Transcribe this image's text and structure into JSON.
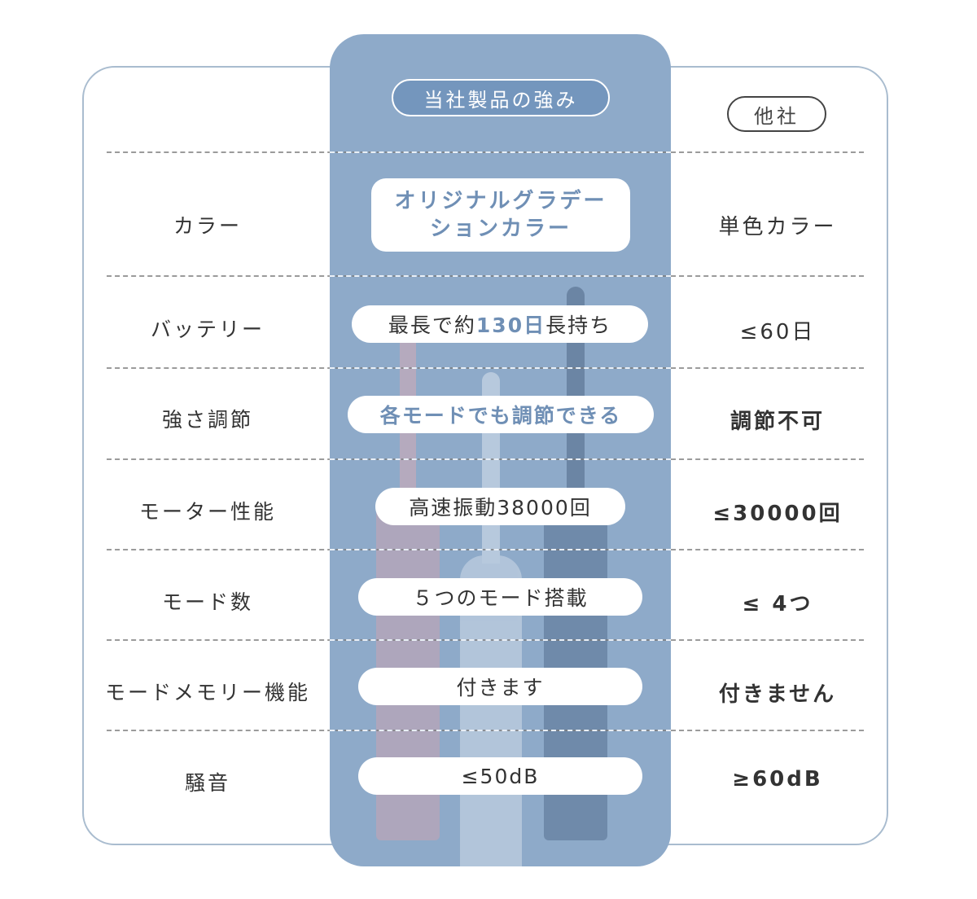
{
  "headers": {
    "ours": "当社製品の強み",
    "other": "他社"
  },
  "colors": {
    "highlight_column": "#8eaac9",
    "accent_text": "#6f8fb5",
    "border": "#a9bccf"
  },
  "rows": [
    {
      "label": "カラー",
      "ours_line1": "オリジナルグラデー",
      "ours_line2": "ションカラー",
      "other": "単色カラー"
    },
    {
      "label": "バッテリー",
      "ours_pre": "最長で約",
      "ours_em": "130日",
      "ours_post": "長持ち",
      "other": "≤60日"
    },
    {
      "label": "強さ調節",
      "ours": "各モードでも調節できる",
      "other": "調節不可"
    },
    {
      "label": "モーター性能",
      "ours": "高速振動38000回",
      "other": "≤30000回"
    },
    {
      "label": "モード数",
      "ours": "５つのモード搭載",
      "other": "≤ 4つ"
    },
    {
      "label": "モードメモリー機能",
      "ours": "付きます",
      "other": "付きません"
    },
    {
      "label": "騒音",
      "ours": "≤50dB",
      "other": "≥60dB"
    }
  ],
  "product_image": {
    "description": "three electric toothbrushes (pink, light blue, dark navy) with 'yete' branding"
  }
}
